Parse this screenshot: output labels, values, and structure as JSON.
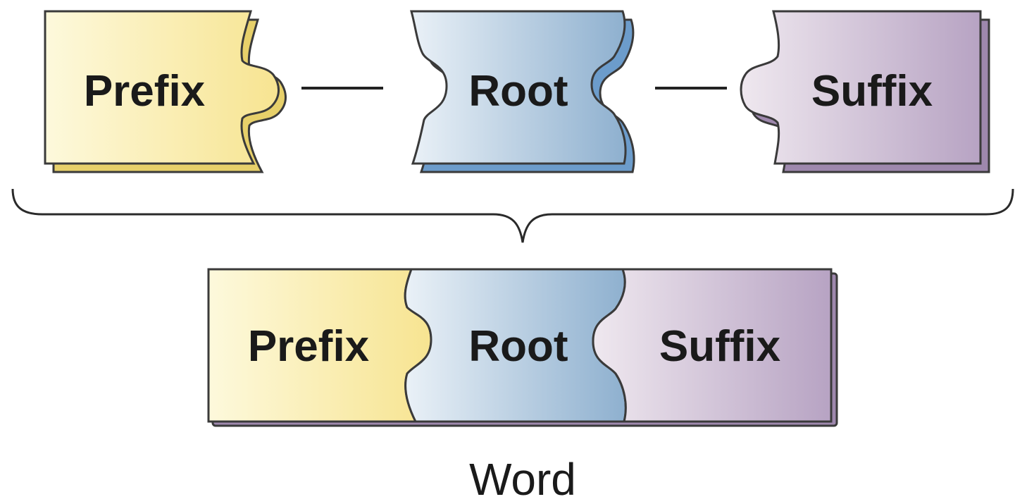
{
  "pieces": [
    {
      "label": "Prefix",
      "color_light": "#fdf8d6",
      "color_dark": "#f6e48a",
      "edge": "#e2cf6a"
    },
    {
      "label": "Root",
      "color_light": "#e6eef5",
      "color_dark": "#8fb0cf",
      "edge": "#5b8fbf"
    },
    {
      "label": "Suffix",
      "color_light": "#ece4ec",
      "color_dark": "#b8a3c4",
      "edge": "#8e76a3"
    }
  ],
  "word": {
    "labels": [
      "Prefix",
      "Root",
      "Suffix"
    ],
    "caption": "Word"
  }
}
